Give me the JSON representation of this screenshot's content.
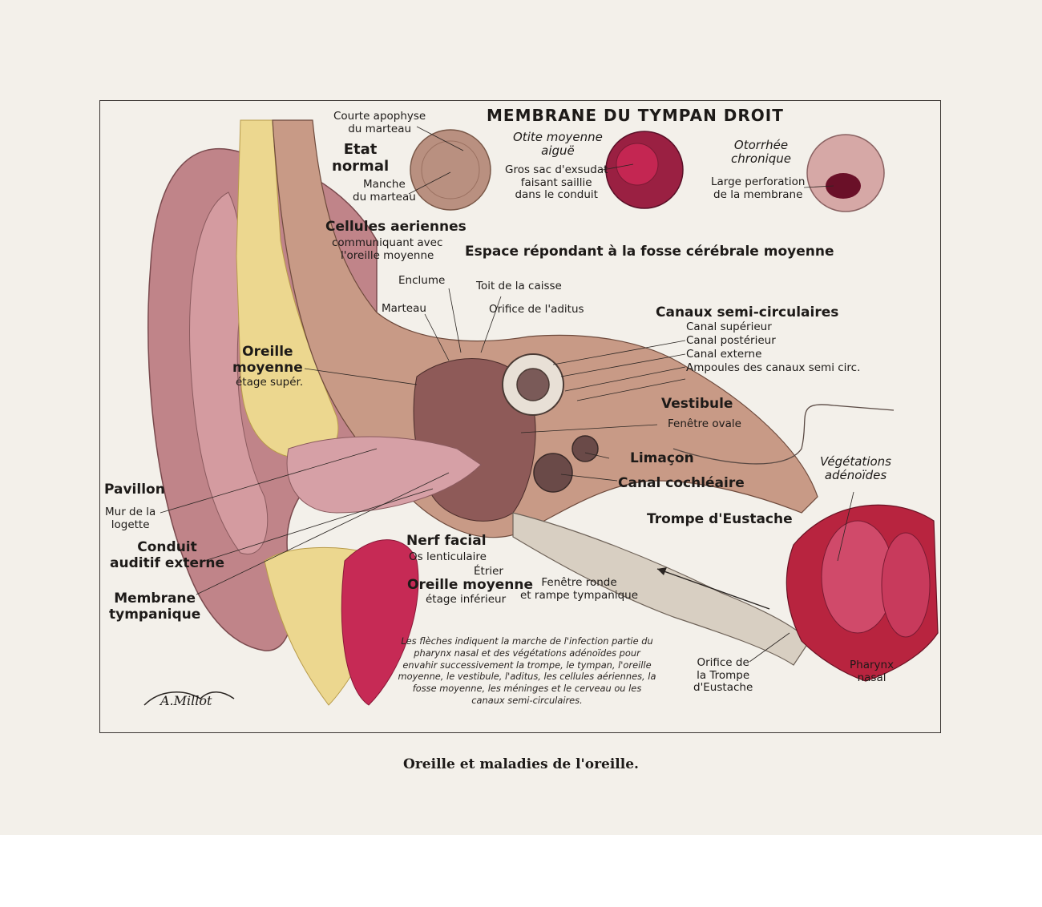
{
  "header": {
    "title": "MEMBRANE DU TYMPAN DROIT"
  },
  "tympanum": {
    "normal": {
      "state": "Etat\nnormal",
      "apophysis": "Courte apophyse\ndu marteau",
      "handle": "Manche\ndu marteau"
    },
    "acute": {
      "state": "Otite moyenne\naiguë",
      "desc": "Gros sac d'exsudat\nfaisant saillie\ndans le conduit"
    },
    "chronic": {
      "state": "Otorrhée\nchronique",
      "desc": "Large perforation\nde la membrane"
    }
  },
  "labels": {
    "cellules": "Cellules aeriennes",
    "cellules_sub": "communiquant avec\nl'oreille moyenne",
    "espace": "Espace répondant à la fosse cérébrale moyenne",
    "enclume": "Enclume",
    "toit": "Toit de la caisse",
    "marteau": "Marteau",
    "aditus": "Orifice de l'aditus",
    "canaux": "Canaux semi-circulaires",
    "canal_sup": "Canal supérieur",
    "canal_post": "Canal postérieur",
    "canal_ext": "Canal externe",
    "ampoules": "Ampoules des canaux semi circ.",
    "oreille_moy_sup": "Oreille\nmoyenne",
    "etage_sup": "étage supér.",
    "vestibule": "Vestibule",
    "fenetre_ovale": "Fenêtre ovale",
    "limacon": "Limaçon",
    "canal_cochl": "Canal cochléaire",
    "vegetations": "Végétations\nadénoïdes",
    "pavillon": "Pavillon",
    "mur": "Mur de la\nlogette",
    "trompe": "Trompe d'Eustache",
    "conduit": "Conduit\nauditif externe",
    "nerf": "Nerf facial",
    "os_lent": "Os lenticulaire",
    "etrier": "Étrier",
    "membrane_tymp": "Membrane\ntympanique",
    "oreille_moy_inf": "Oreille moyenne",
    "etage_inf": "étage inférieur",
    "fenetre_ronde": "Fenêtre ronde\net rampe tympanique",
    "orifice_trompe": "Orifice de\nla Trompe\nd'Eustache",
    "pharynx": "Pharynx\nnasal"
  },
  "note": "Les flèches indiquent la marche de l'infection partie du pharynx nasal et des végétations adénoïdes pour envahir successivement la trompe, le tympan, l'oreille moyenne, le vestibule, l'aditus, les cellules aériennes, la fosse moyenne, les méninges et le cerveau ou les canaux semi-circulaires.",
  "signature": "A.Millot",
  "caption": "Oreille et maladies de l'oreille.",
  "colors": {
    "paper": "#f3f0ea",
    "skin": "#b8737a",
    "bone": "#eed98a",
    "mucosa": "#c21f4a",
    "frame": "#3a3532"
  }
}
